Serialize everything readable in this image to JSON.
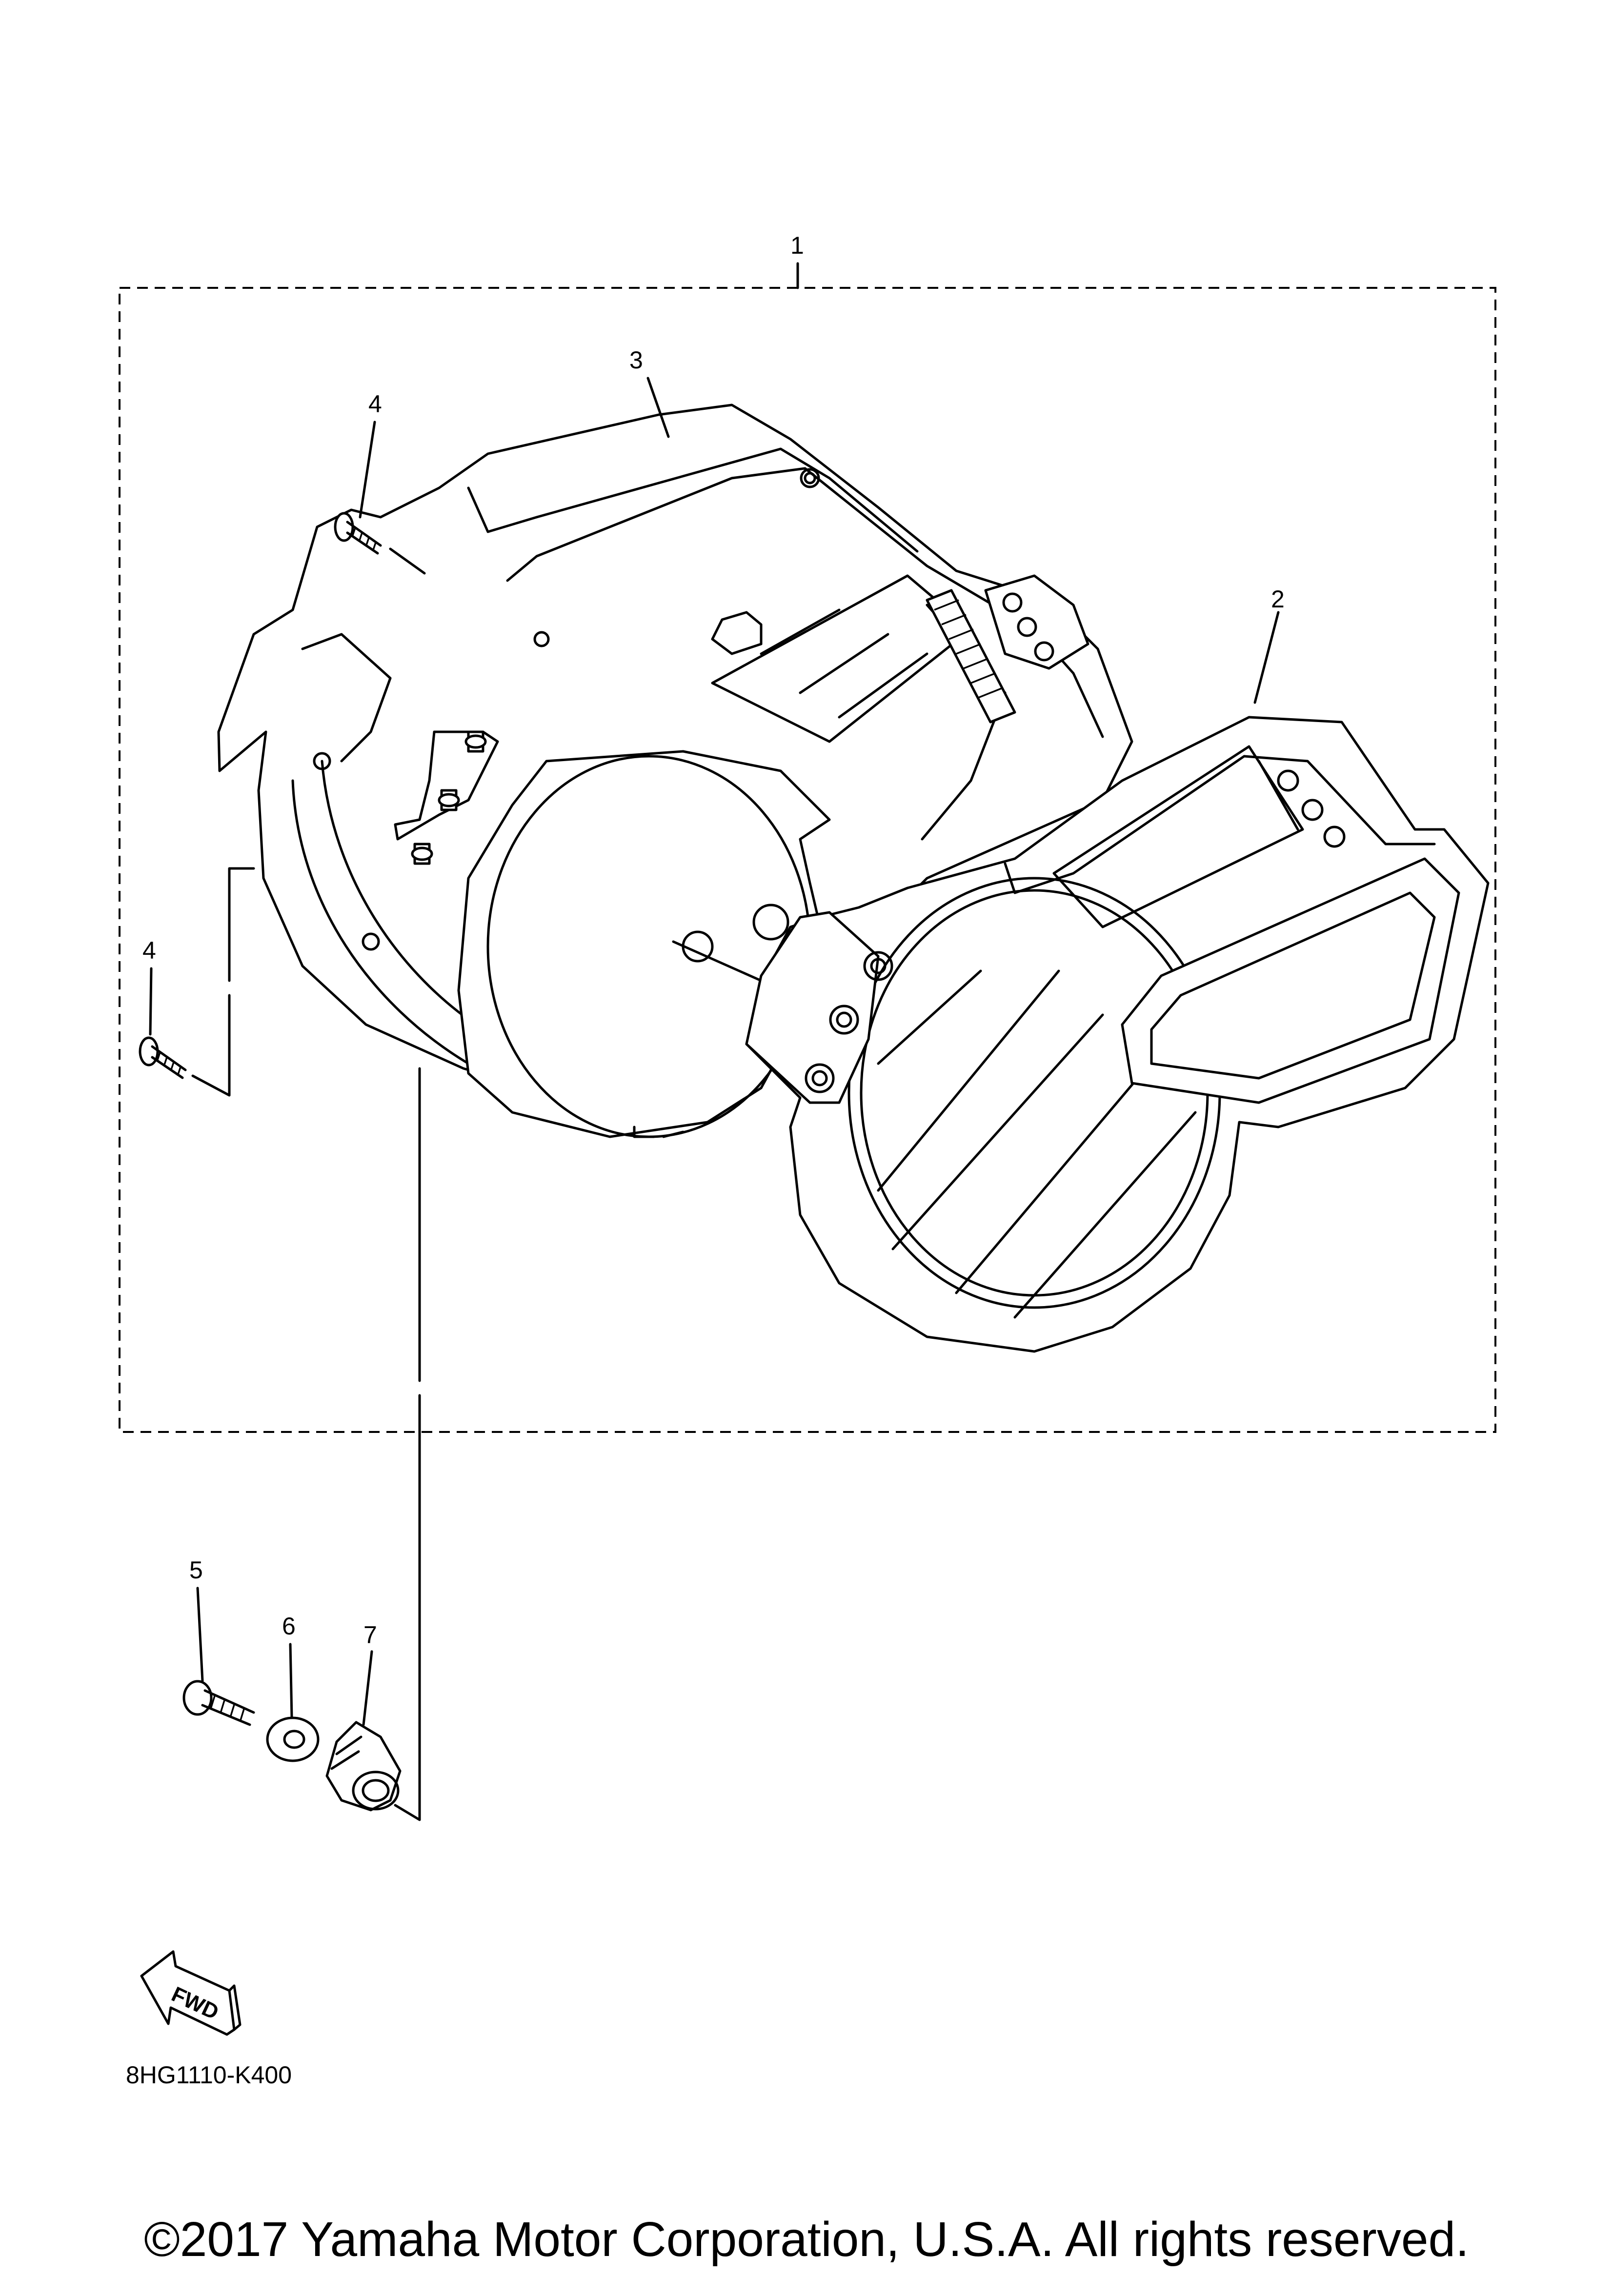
{
  "callouts": [
    {
      "id": "1",
      "label": "1"
    },
    {
      "id": "2",
      "label": "2"
    },
    {
      "id": "3",
      "label": "3"
    },
    {
      "id": "4a",
      "label": "4"
    },
    {
      "id": "4b",
      "label": "4"
    },
    {
      "id": "5",
      "label": "5"
    },
    {
      "id": "6",
      "label": "6"
    },
    {
      "id": "7",
      "label": "7"
    }
  ],
  "fwd_label": "FWD",
  "diagram_code": "8HG1110-K400",
  "copyright": "©2017 Yamaha Motor Corporation, U.S.A. All rights reserved."
}
